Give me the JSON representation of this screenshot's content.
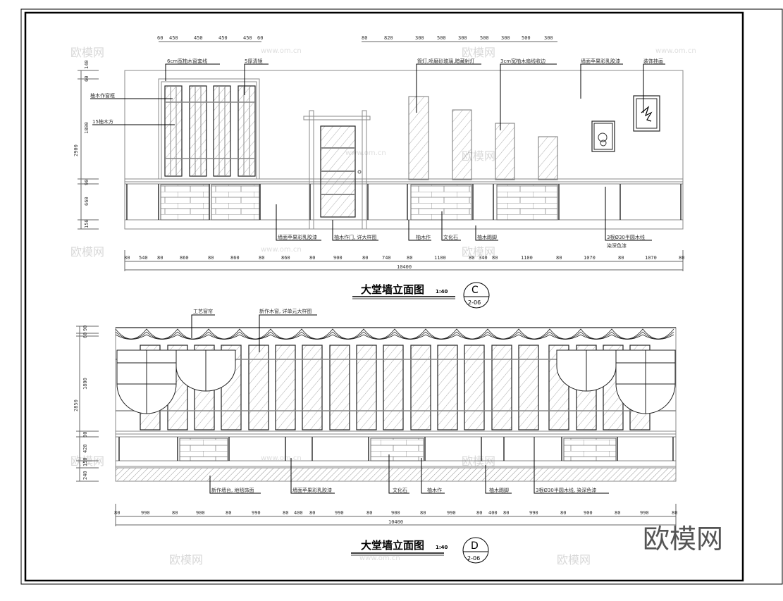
{
  "drawing": {
    "frame": {
      "outer_color": "#000000",
      "line_color": "#888888"
    },
    "elevation_c": {
      "title": "大堂墙立面图",
      "scale": "1:40",
      "section_letter": "C",
      "sheet_ref": "2-06",
      "top_dims_left": [
        "60",
        "450",
        "450",
        "450",
        "450",
        "60"
      ],
      "top_dims_right": [
        "80",
        "820",
        "300",
        "500",
        "300",
        "500",
        "300",
        "500",
        "300"
      ],
      "left_dims": [
        "140",
        "60",
        "1800",
        "90",
        "660",
        "150"
      ],
      "left_total": "2900",
      "bottom_dims": [
        "80",
        "540",
        "80",
        "860",
        "80",
        "860",
        "80",
        "860",
        "80",
        "900",
        "80",
        "740",
        "80",
        "1100",
        "80",
        "340",
        "80",
        "1100",
        "80",
        "1070",
        "80",
        "1070",
        "80"
      ],
      "bottom_total": "10400",
      "labels_top": [
        "6cm宽柚木窗套线",
        "5厚清镜",
        "筒灯,喷磨砂玻璃,暗藏射灯",
        "3cm宽柚木扇线收边",
        "墙面苹果彩乳胶漆",
        "装饰挂画"
      ],
      "labels_left": [
        "柚木作窗框",
        "15柚木方"
      ],
      "labels_bottom": [
        "墙面苹果彩乳胶漆",
        "柚木作门, 详大样图",
        "柚木作",
        "文化石",
        "柚木踢脚",
        "3根Ø30半圆木线",
        "染深色漆"
      ]
    },
    "elevation_d": {
      "title": "大堂墙立面图",
      "scale": "1:40",
      "section_letter": "D",
      "sheet_ref": "2-06",
      "left_dims": [
        "90",
        "60",
        "1800",
        "90",
        "420",
        "150",
        "240"
      ],
      "left_total": "2850",
      "bottom_dims": [
        "80",
        "990",
        "80",
        "900",
        "80",
        "990",
        "80",
        "400",
        "80",
        "990",
        "80",
        "900",
        "80",
        "990",
        "80",
        "400",
        "80",
        "990",
        "80",
        "900",
        "80",
        "990",
        "80"
      ],
      "bottom_total": "10400",
      "labels_top": [
        "工艺窗帘",
        "新作木窗, 详单元大样图"
      ],
      "labels_bottom": [
        "新作墙台, 地毯饰面",
        "墙面苹果彩乳胶漆",
        "文化石",
        "柚木作",
        "柚木踢脚",
        "3根Ø30半圆木线, 染深色漆"
      ]
    },
    "watermark": {
      "brand": "欧模网",
      "url": "www.om.cn"
    }
  }
}
